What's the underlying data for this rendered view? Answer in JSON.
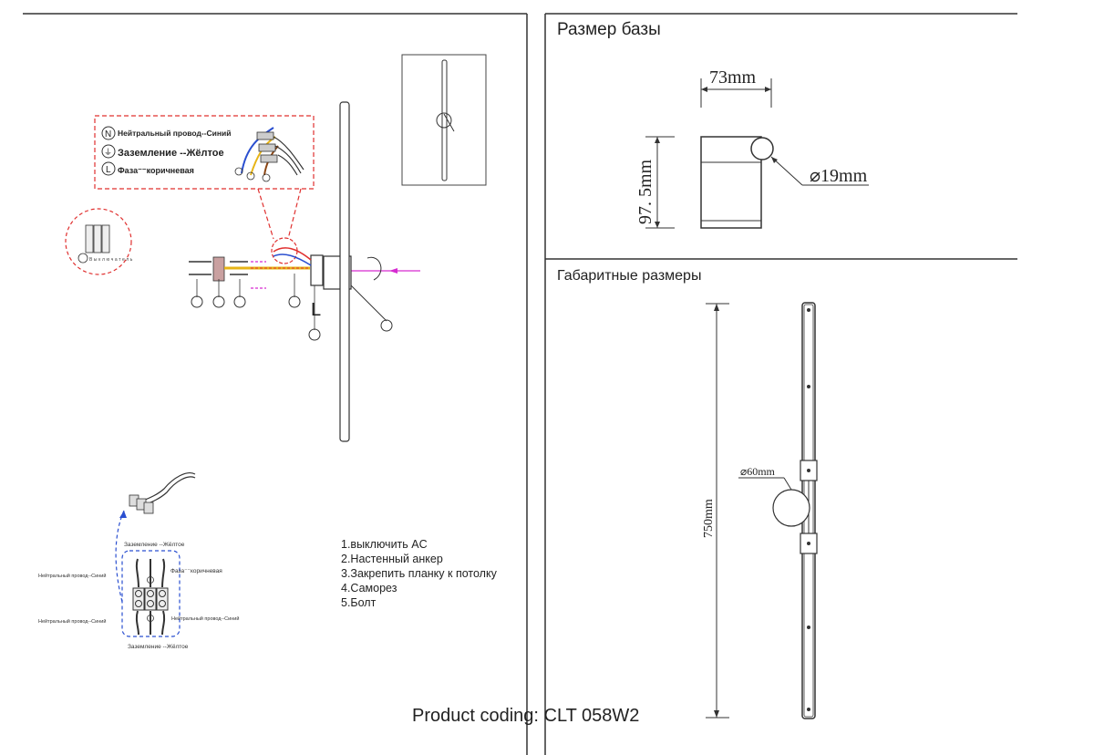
{
  "base_section": {
    "title": "Размер базы",
    "width_label": "73mm",
    "height_label": "97. 5mm",
    "hole_label": "⌀19mm"
  },
  "overall_section": {
    "title": "Габаритные размеры",
    "length_label": "750mm",
    "diameter_label": "⌀60mm"
  },
  "wiring_legend": {
    "neutral": "Нейтральный провод--Синий",
    "ground": "Заземление --Жёлтое",
    "phase": "Фаза⁻⁻коричневая",
    "legend_symbols": [
      "N",
      "⏚",
      "L"
    ]
  },
  "breaker": {
    "label": "Выключатель"
  },
  "terminal_block": {
    "ground_top": "Заземление --Жёлтое",
    "phase_right": "Фаза⁻⁻коричневая",
    "neutral_left_top": "Нейтральный провод--Синий",
    "neutral_left_bottom": "Нейтральный провод--Синий",
    "neutral_right": "Нейтральный провод--Синий",
    "ground_bottom": "Заземление --Жёлтое"
  },
  "assembly": {
    "line_symbol": "L"
  },
  "instructions": [
    "1.выключить AC",
    "2.Настенный   анкер",
    "3.Закрепить планку  к  потолку",
    "4.Саморез",
    "5.Болт"
  ],
  "product_coding": "Product coding: CLT 058W2",
  "colors": {
    "line": "#333333",
    "callout_red": "#e0302f",
    "arrow_magenta": "#d62bd1",
    "wire_blue": "#2a4fd0",
    "wire_yellow": "#e7b416",
    "wire_brown": "#8b4513"
  }
}
